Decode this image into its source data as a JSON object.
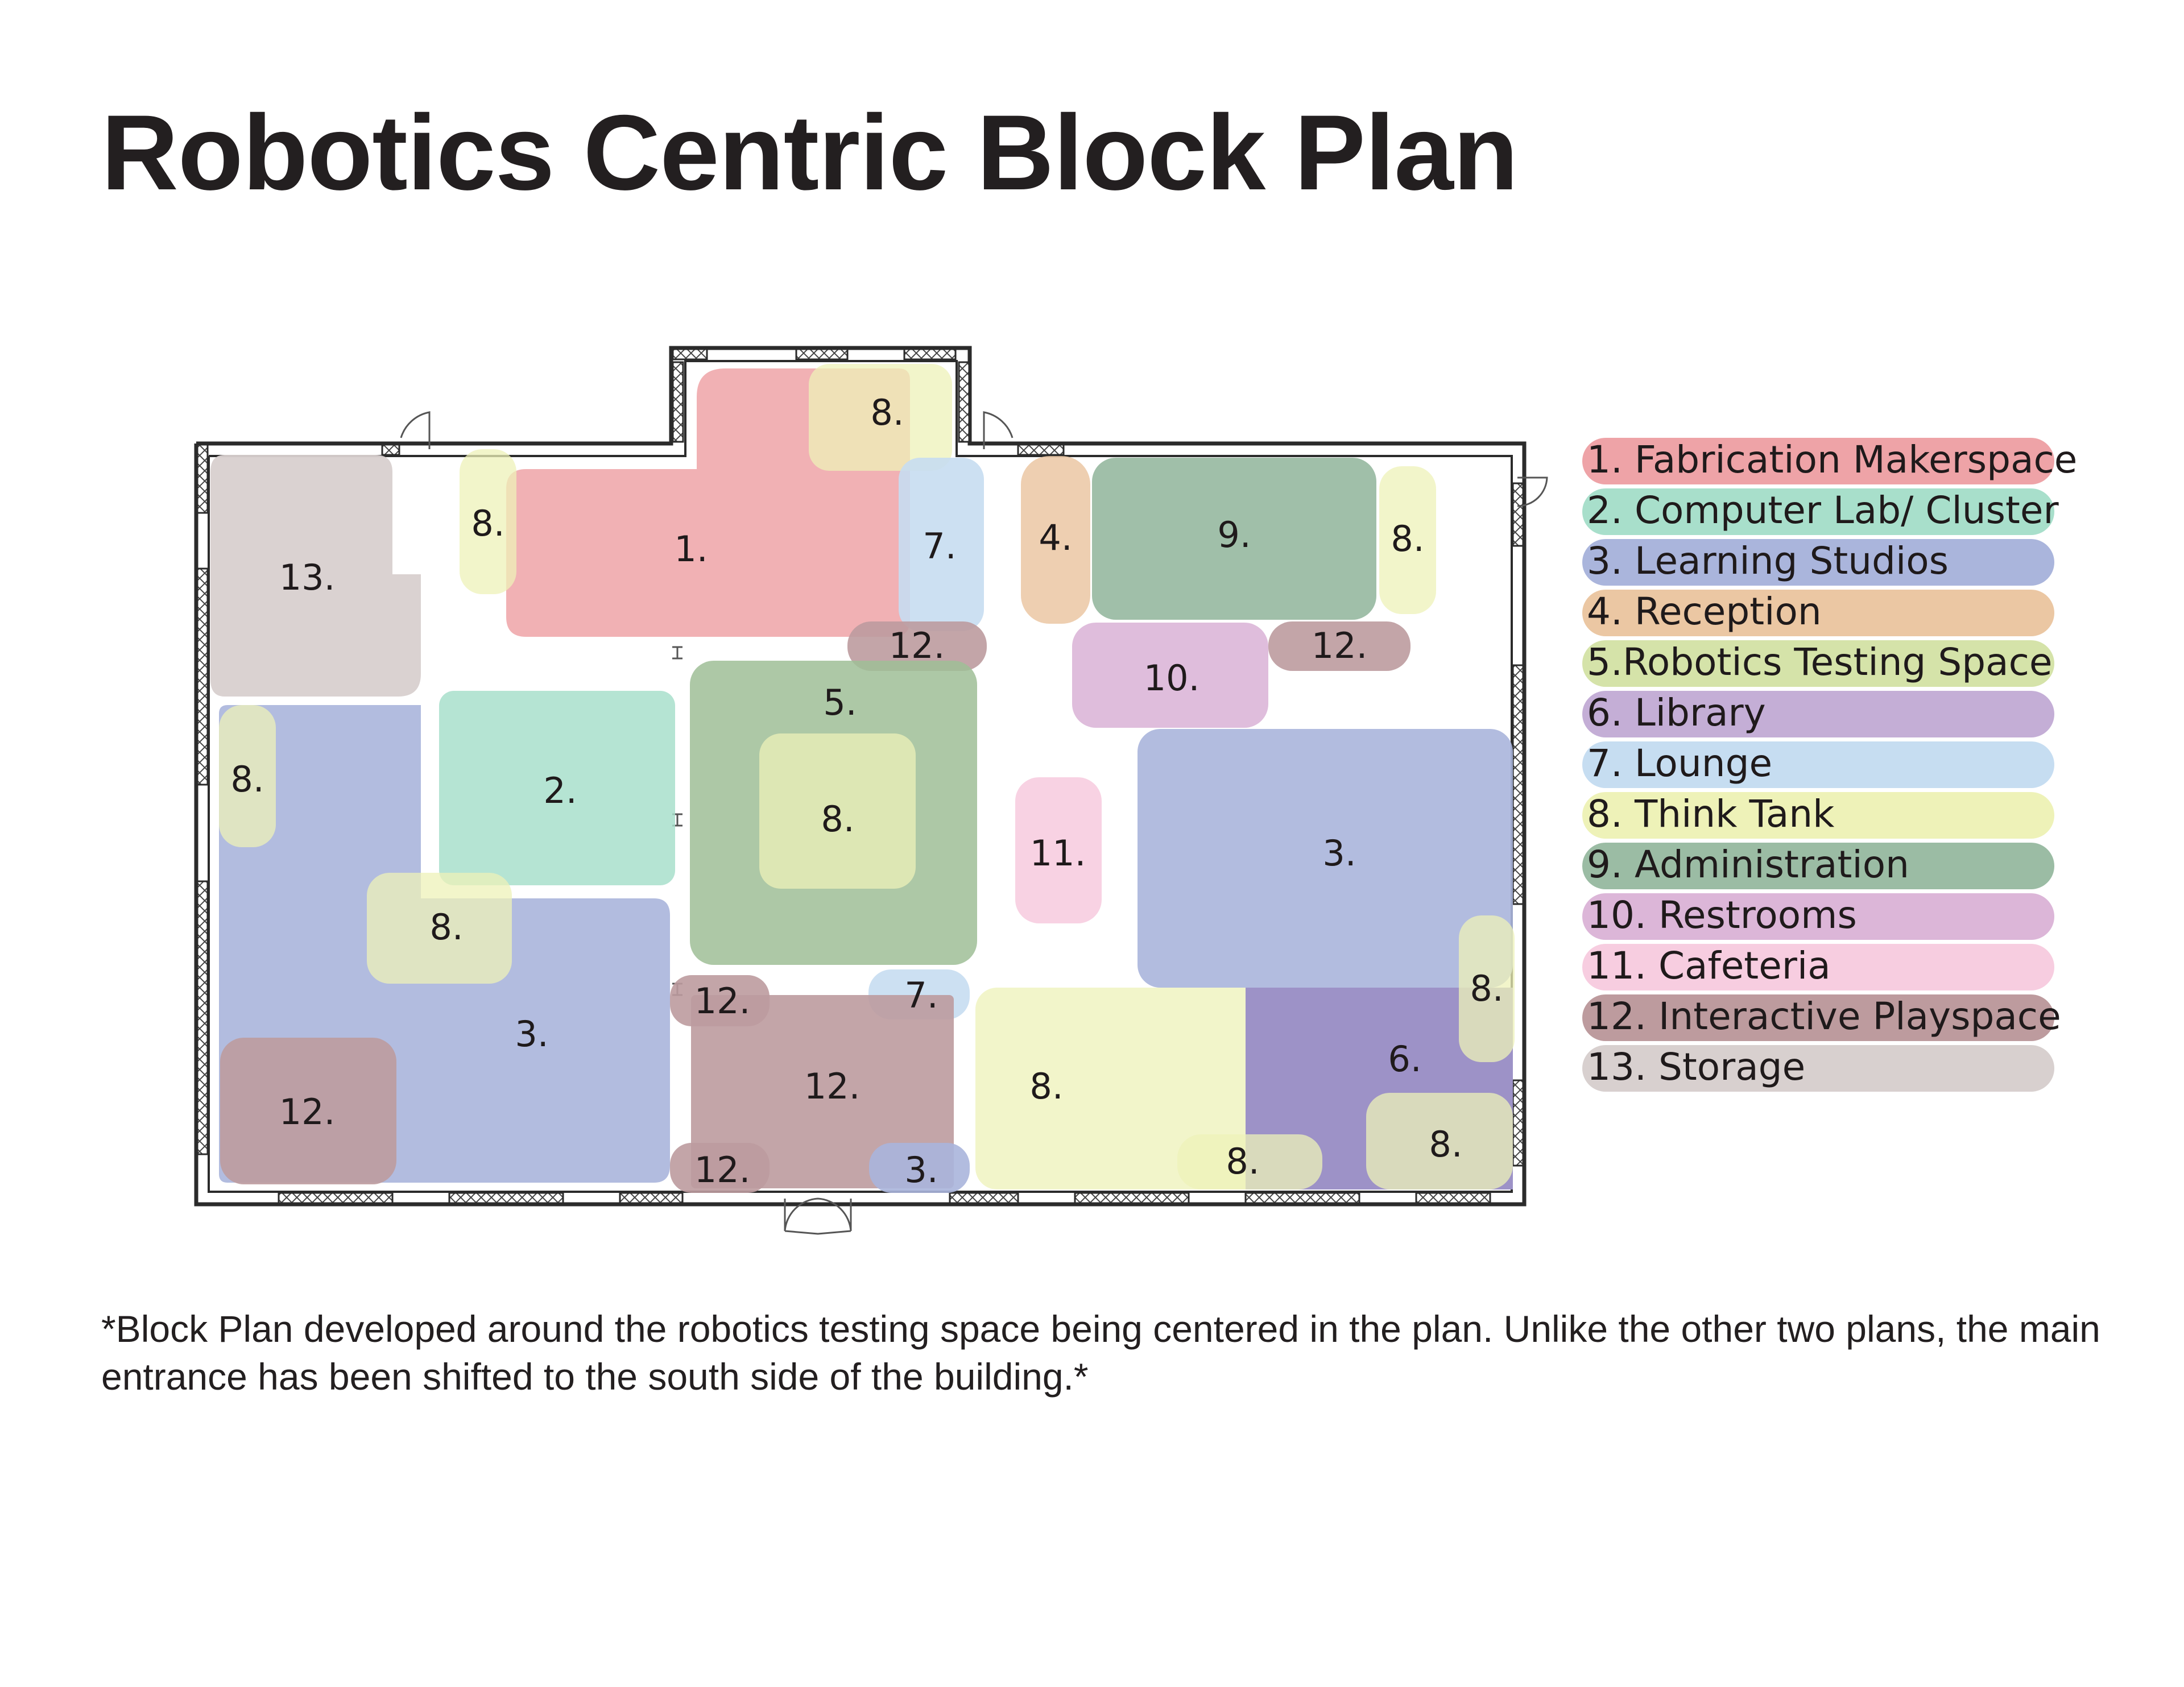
{
  "title": "Robotics Centric Block Plan",
  "footnote": "*Block Plan developed around the robotics testing space being centered in the plan. Unlike the other two plans, the main entrance has been shifted to the south side of the building.*",
  "legend": [
    {
      "id": 1,
      "label": "1. Fabrication Makerspace",
      "color": "#eea3a7"
    },
    {
      "id": 2,
      "label": "2. Computer Lab/ Cluster",
      "color": "#a8dfcb"
    },
    {
      "id": 3,
      "label": "3. Learning Studios",
      "color": "#aab5dc"
    },
    {
      "id": 4,
      "label": "4. Reception",
      "color": "#ebc7a3"
    },
    {
      "id": 5,
      "label": "5.Robotics Testing Space",
      "color": "#d5e3a9"
    },
    {
      "id": 6,
      "label": "6. Library",
      "color": "#c4aed6"
    },
    {
      "id": 7,
      "label": "7. Lounge",
      "color": "#c6ddf1"
    },
    {
      "id": 8,
      "label": "8. Think Tank",
      "color": "#eef2b8"
    },
    {
      "id": 9,
      "label": "9. Administration",
      "color": "#9bbca4"
    },
    {
      "id": 10,
      "label": "10.  Restrooms",
      "color": "#dcb6d8"
    },
    {
      "id": 11,
      "label": "11.  Cafeteria",
      "color": "#f7cde0"
    },
    {
      "id": 12,
      "label": "12.  Interactive Playspace",
      "color": "#bd9b9e"
    },
    {
      "id": 13,
      "label": "13. Storage",
      "color": "#d8d0cf"
    }
  ],
  "zones": [
    {
      "type": 13,
      "label": "13."
    },
    {
      "type": 1,
      "label": "1."
    },
    {
      "type": 8,
      "label": "8."
    },
    {
      "type": 8,
      "label": "8."
    },
    {
      "type": 7,
      "label": "7."
    },
    {
      "type": 4,
      "label": "4."
    },
    {
      "type": 9,
      "label": "9."
    },
    {
      "type": 8,
      "label": "8."
    },
    {
      "type": 12,
      "label": "12."
    },
    {
      "type": 12,
      "label": "12."
    },
    {
      "type": 10,
      "label": "10."
    },
    {
      "type": 3,
      "label": "3."
    },
    {
      "type": 2,
      "label": "2."
    },
    {
      "type": 5,
      "label": "5."
    },
    {
      "type": 8,
      "label": "8."
    },
    {
      "type": 8,
      "label": "8."
    },
    {
      "type": 11,
      "label": "11."
    },
    {
      "type": 3,
      "label": "3."
    },
    {
      "type": 8,
      "label": "8."
    },
    {
      "type": 8,
      "label": "8."
    },
    {
      "type": 12,
      "label": "12."
    },
    {
      "type": 12,
      "label": "12."
    },
    {
      "type": 7,
      "label": "7."
    },
    {
      "type": 12,
      "label": "12."
    },
    {
      "type": 12,
      "label": "12."
    },
    {
      "type": 3,
      "label": "3."
    },
    {
      "type": 6,
      "label": "6."
    },
    {
      "type": 8,
      "label": "8."
    },
    {
      "type": 8,
      "label": "8."
    },
    {
      "type": 8,
      "label": "8."
    }
  ]
}
